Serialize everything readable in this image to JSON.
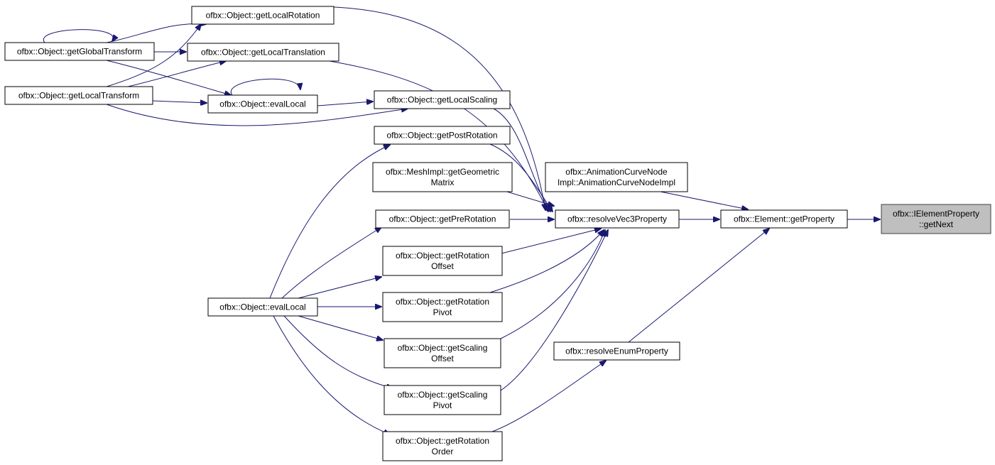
{
  "edge_color": "#191970",
  "highlight_fill": "#bfbfbf",
  "nodes": {
    "getNext": [
      "ofbx::IElementProperty",
      "::getNext"
    ],
    "getProperty": [
      "ofbx::Element::getProperty"
    ],
    "animCurveNode": [
      "ofbx::AnimationCurveNode",
      "Impl::AnimationCurveNodeImpl"
    ],
    "resolveVec3": [
      "ofbx::resolveVec3Property"
    ],
    "resolveEnum": [
      "ofbx::resolveEnumProperty"
    ],
    "getLocalRotation": [
      "ofbx::Object::getLocalRotation"
    ],
    "getLocalTranslation": [
      "ofbx::Object::getLocalTranslation"
    ],
    "getLocalScaling": [
      "ofbx::Object::getLocalScaling"
    ],
    "getPostRotation": [
      "ofbx::Object::getPostRotation"
    ],
    "getGeometricMatrix": [
      "ofbx::MeshImpl::getGeometric",
      "Matrix"
    ],
    "getPreRotation": [
      "ofbx::Object::getPreRotation"
    ],
    "getRotationOffset": [
      "ofbx::Object::getRotation",
      "Offset"
    ],
    "getRotationPivot": [
      "ofbx::Object::getRotation",
      "Pivot"
    ],
    "getScalingOffset": [
      "ofbx::Object::getScaling",
      "Offset"
    ],
    "getScalingPivot": [
      "ofbx::Object::getScaling",
      "Pivot"
    ],
    "getRotationOrder": [
      "ofbx::Object::getRotation",
      "Order"
    ],
    "evalLocalTop": [
      "ofbx::Object::evalLocal"
    ],
    "evalLocalBottom": [
      "ofbx::Object::evalLocal"
    ],
    "getGlobalTransform": [
      "ofbx::Object::getGlobalTransform"
    ],
    "getLocalTransform": [
      "ofbx::Object::getLocalTransform"
    ]
  }
}
